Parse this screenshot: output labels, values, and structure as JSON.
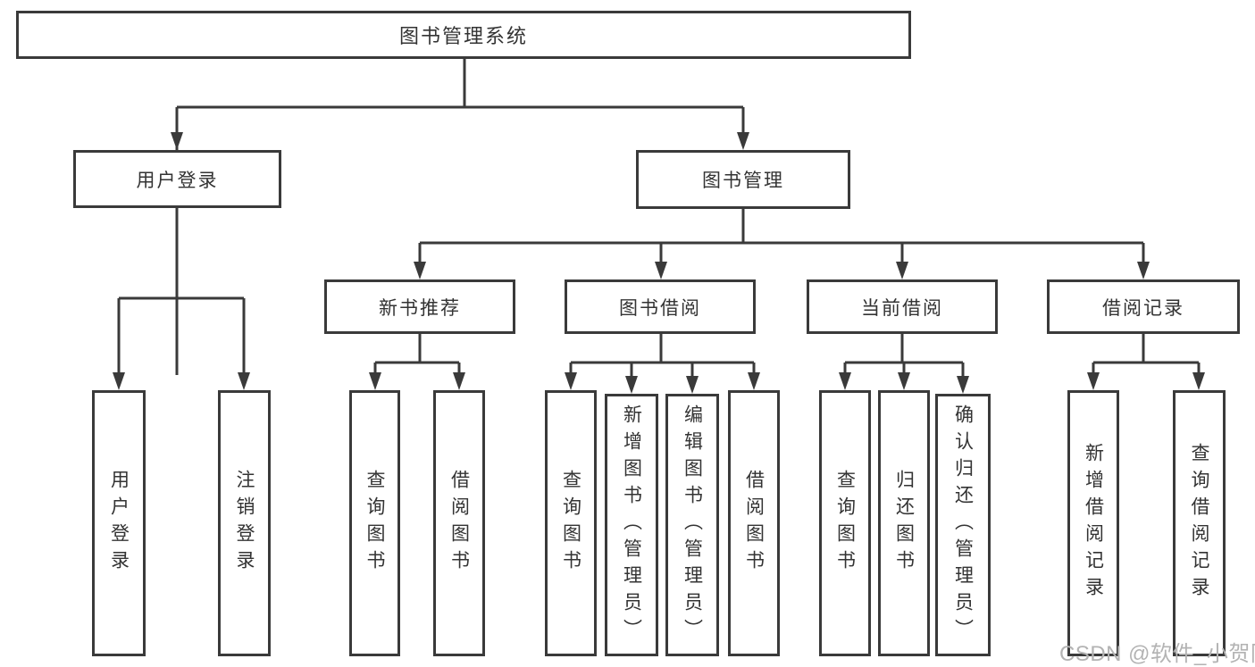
{
  "tree": {
    "label": "图书管理系统",
    "children": [
      {
        "label": "用户登录",
        "children": [
          {
            "label": "用户登录"
          },
          {
            "label": "注销登录"
          }
        ]
      },
      {
        "label": "图书管理",
        "children": [
          {
            "label": "新书推荐",
            "children": [
              {
                "label": "查询图书"
              },
              {
                "label": "借阅图书"
              }
            ]
          },
          {
            "label": "图书借阅",
            "children": [
              {
                "label": "查询图书"
              },
              {
                "label": "新增图书（管理员）"
              },
              {
                "label": "编辑图书（管理员）"
              },
              {
                "label": "借阅图书"
              }
            ]
          },
          {
            "label": "当前借阅",
            "children": [
              {
                "label": "查询图书"
              },
              {
                "label": "归还图书"
              },
              {
                "label": "确认归还（管理员）"
              }
            ]
          },
          {
            "label": "借阅记录",
            "children": [
              {
                "label": "新增借阅记录"
              },
              {
                "label": "查询借阅记录"
              }
            ]
          }
        ]
      }
    ]
  },
  "watermark": {
    "text": "CSDN @软件_小贺同学"
  },
  "colors": {
    "line": "#3a3a3a",
    "box_fill": "#ffffff",
    "text": "#333333",
    "watermark": "#b3b3b3",
    "page_bg": "#ffffff"
  }
}
